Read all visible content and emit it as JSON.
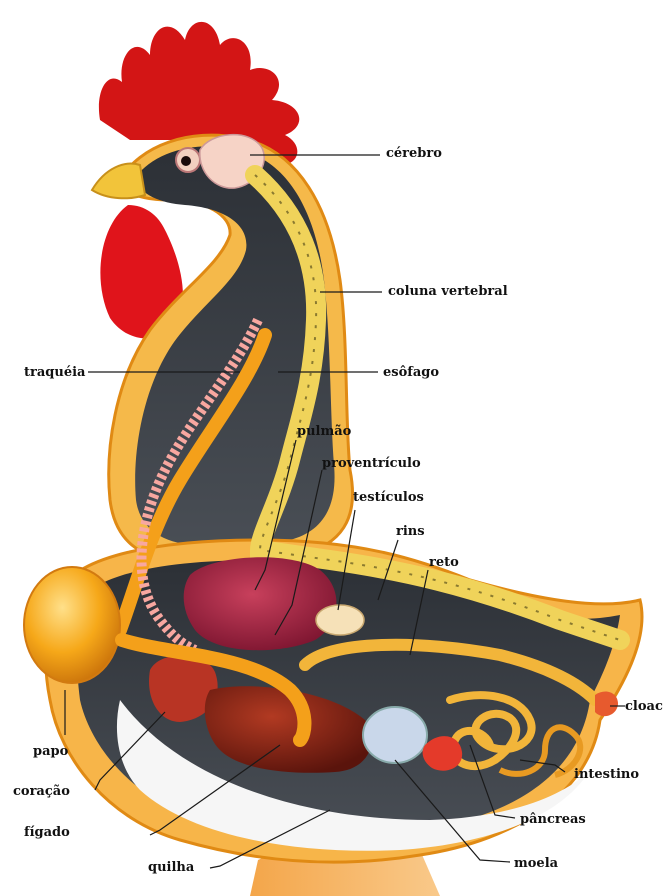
{
  "colors": {
    "comb": "#d31515",
    "wattle": "#e0141b",
    "beak": "#f2c43a",
    "body_outline": "#f4a01a",
    "neck_cavity": "#3a3f46",
    "vertebra": "#f0d35a",
    "crop": "#f6a819",
    "lung": "#a8223f",
    "liver": "#7a1e14",
    "intestine": "#f2b53a",
    "keel": "#f6f6f6",
    "leader": "#1a1a1a"
  },
  "labels": {
    "cerebro": "cérebro",
    "coluna": "coluna vertebral",
    "traqueia": "traquéia",
    "esofago": "esôfago",
    "pulmao": "pulmão",
    "proventriculo": "proventrículo",
    "testiculos": "testículos",
    "rins": "rins",
    "reto": "reto",
    "cloaca": "cloaca",
    "papo": "papo",
    "coracao": "coração",
    "figado": "fígado",
    "quilha": "quilha",
    "intestino": "intestino",
    "pancreas": "pâncreas",
    "moela": "moela"
  }
}
